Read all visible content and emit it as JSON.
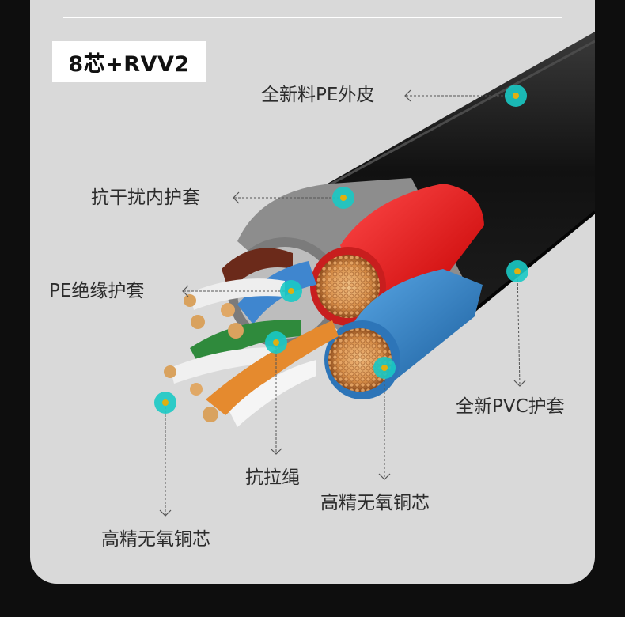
{
  "header": {
    "title": "8芯+RVV2"
  },
  "labels": {
    "outer_sheath": "全新料PE外皮",
    "inner_sheath": "抗干扰内护套",
    "pe_insulation": "PE绝缘护套",
    "pvc_sheath": "全新PVC护套",
    "rip_cord": "抗拉绳",
    "copper_core_right": "高精无氧铜芯",
    "copper_core_left": "高精无氧铜芯"
  },
  "colors": {
    "background": "#0e0e0e",
    "panel": "#d9d9d9",
    "marker": "#19c9c4",
    "marker_center": "#e0b010",
    "label_text": "#2c2c2c"
  }
}
